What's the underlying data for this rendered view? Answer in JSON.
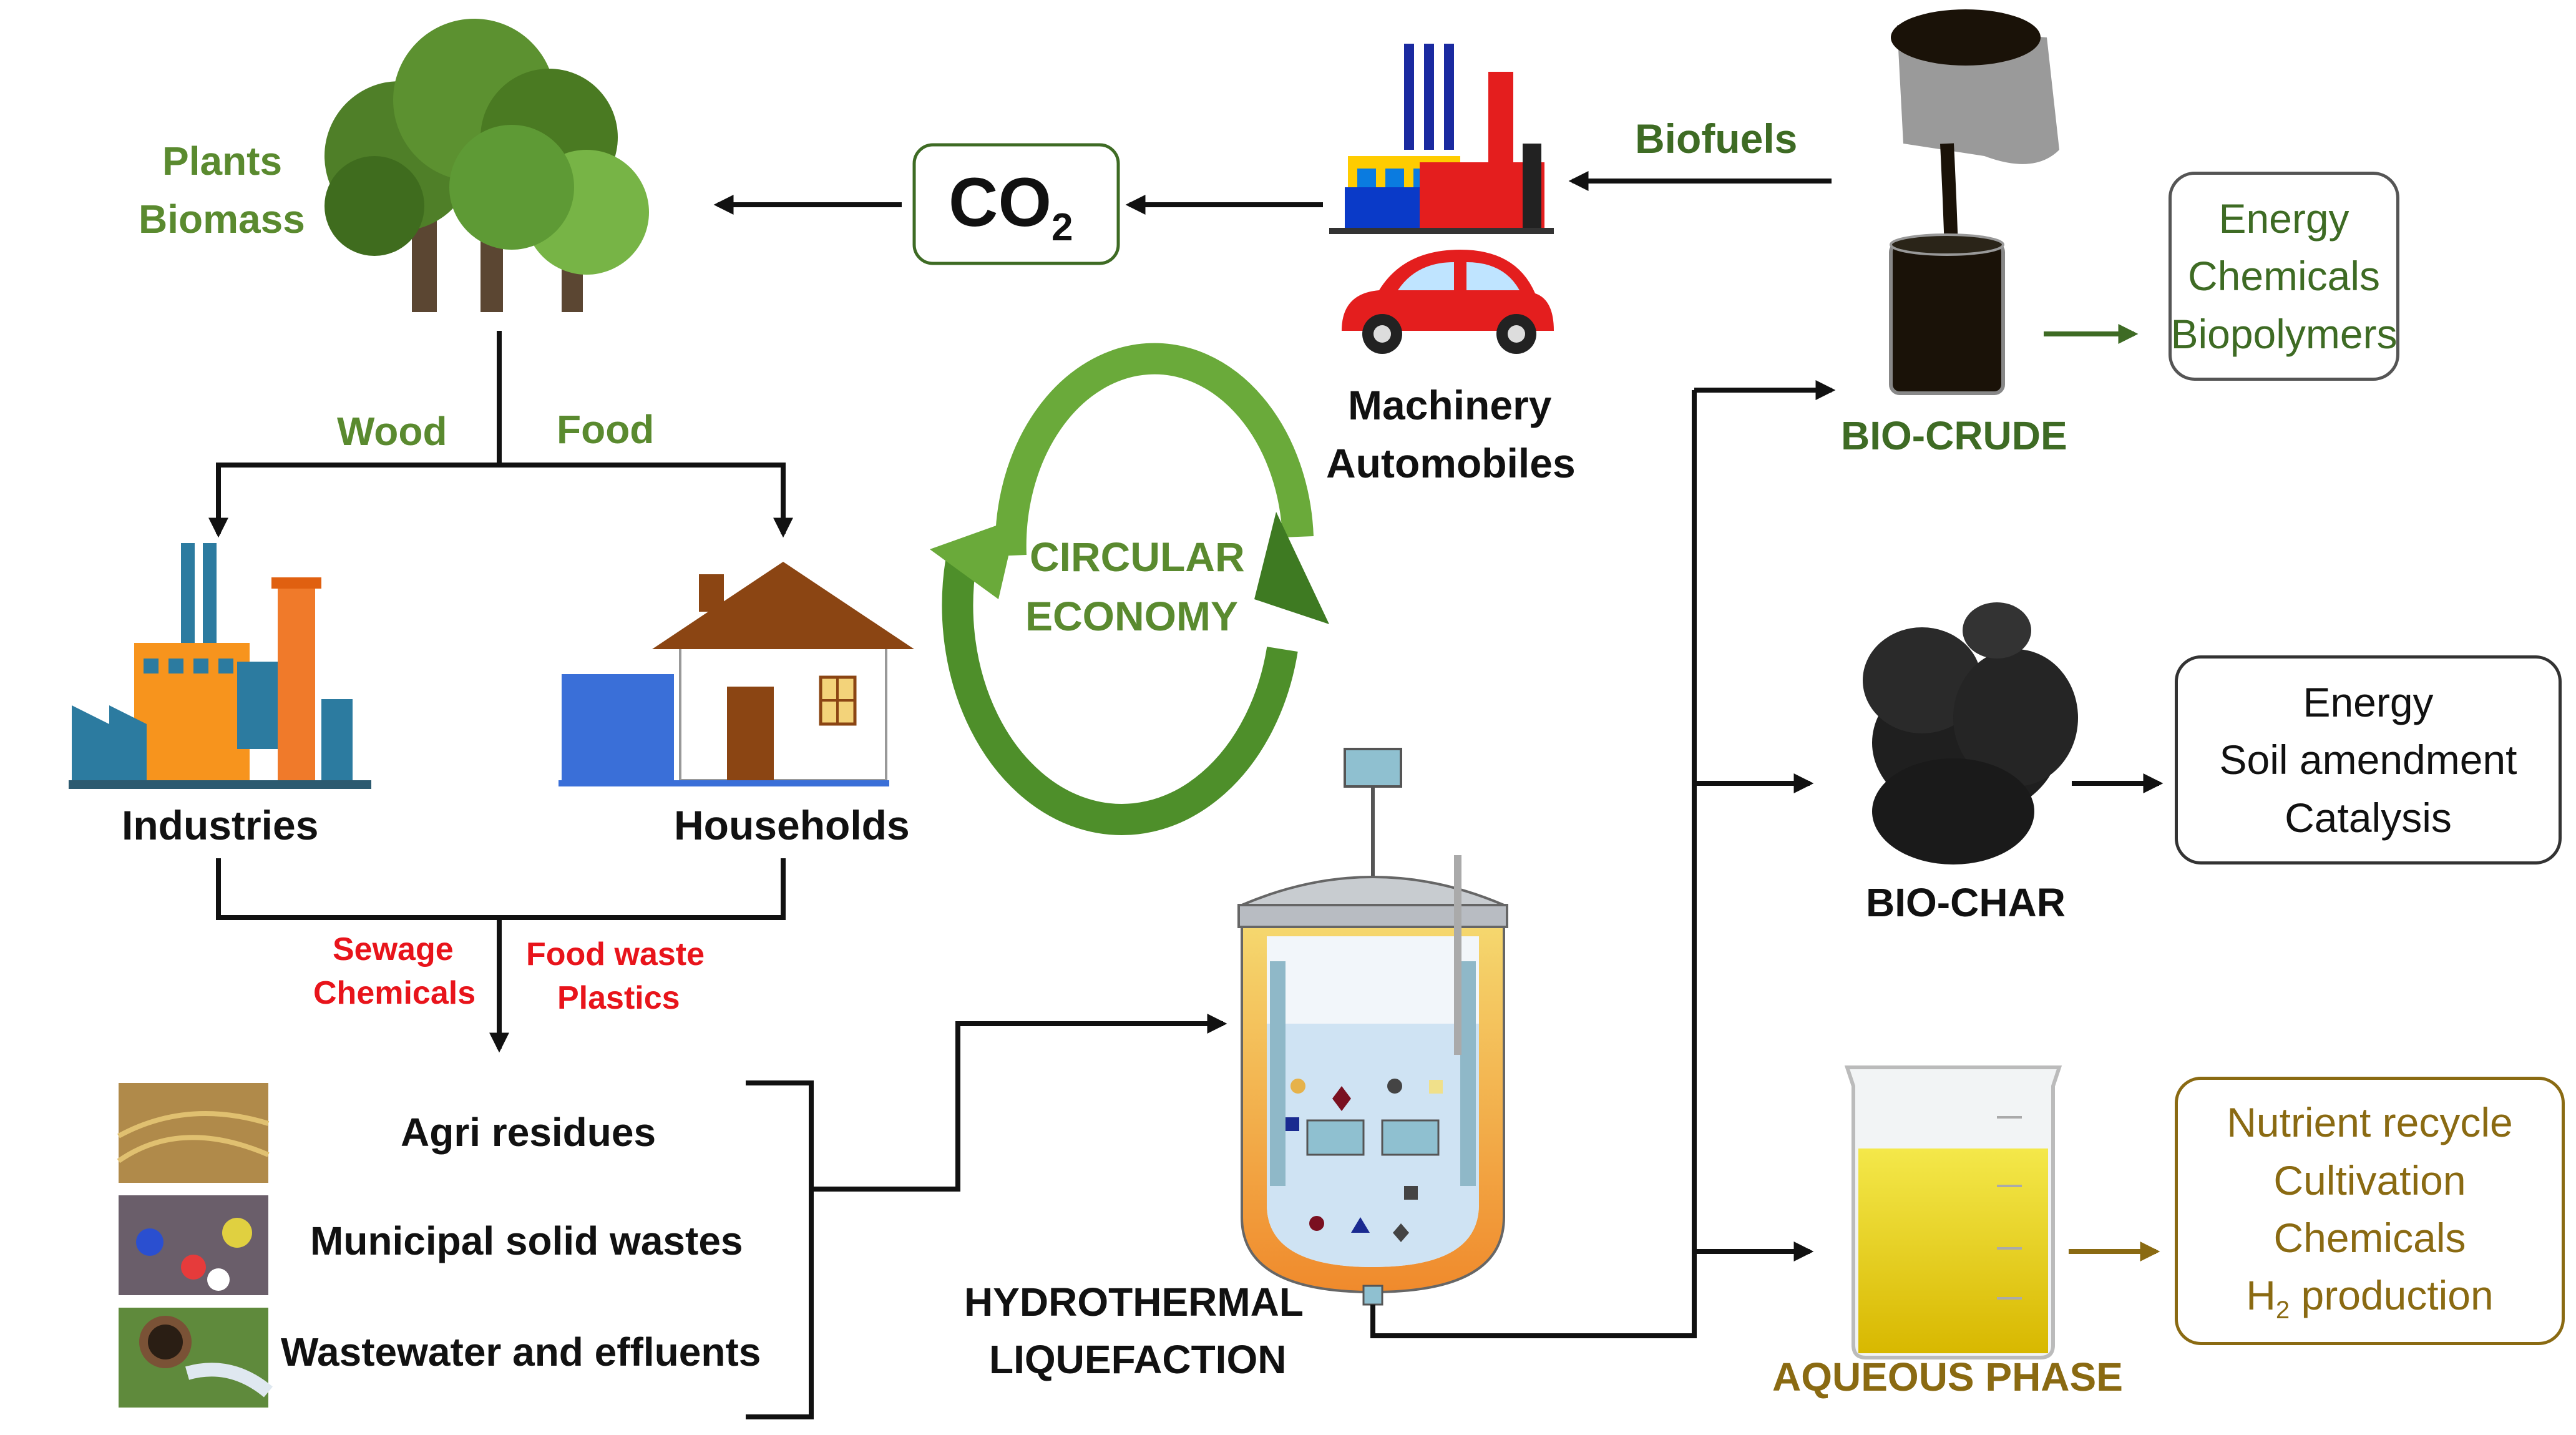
{
  "colors": {
    "green_text": "#5a8a2f",
    "dark_green": "#3e6b24",
    "red_text": "#e8141b",
    "olive": "#8a6a12",
    "arrow_black": "#111111",
    "cycle_green": "#6aaa3a"
  },
  "labels": {
    "plants": "Plants",
    "biomass": "Biomass",
    "co2": "CO",
    "co2_sub": "2",
    "biofuels": "Biofuels",
    "machinery": "Machinery",
    "automobiles": "Automobiles",
    "wood": "Wood",
    "food": "Food",
    "circular": "CIRCULAR",
    "economy": "ECONOMY",
    "industries": "Industries",
    "households": "Households",
    "sewage": "Sewage",
    "chemicals": "Chemicals",
    "food_waste": "Food waste",
    "plastics": "Plastics",
    "agri": "Agri residues",
    "msw": "Municipal solid wastes",
    "wastewater": "Wastewater and effluents",
    "htl_1": "HYDROTHERMAL",
    "htl_2": "LIQUEFACTION",
    "biocrude": "BIO-CRUDE",
    "biochar": "BIO-CHAR",
    "aqueous": "AQUEOUS PHASE"
  },
  "boxes": {
    "crude_products": [
      "Energy",
      "Chemicals",
      "Biopolymers"
    ],
    "char_products": [
      "Energy",
      "Soil amendment",
      "Catalysis"
    ],
    "aqueous_products": [
      "Nutrient recycle",
      "Cultivation",
      "Chemicals"
    ],
    "h2_prefix": "H",
    "h2_sub": "2",
    "h2_suffix": " production"
  },
  "icons": [
    "tree-icon",
    "factory-icon",
    "car-icon",
    "house-icon",
    "reactor-icon",
    "beaker-icon",
    "biochar-pile-icon",
    "crude-pour-icon"
  ]
}
